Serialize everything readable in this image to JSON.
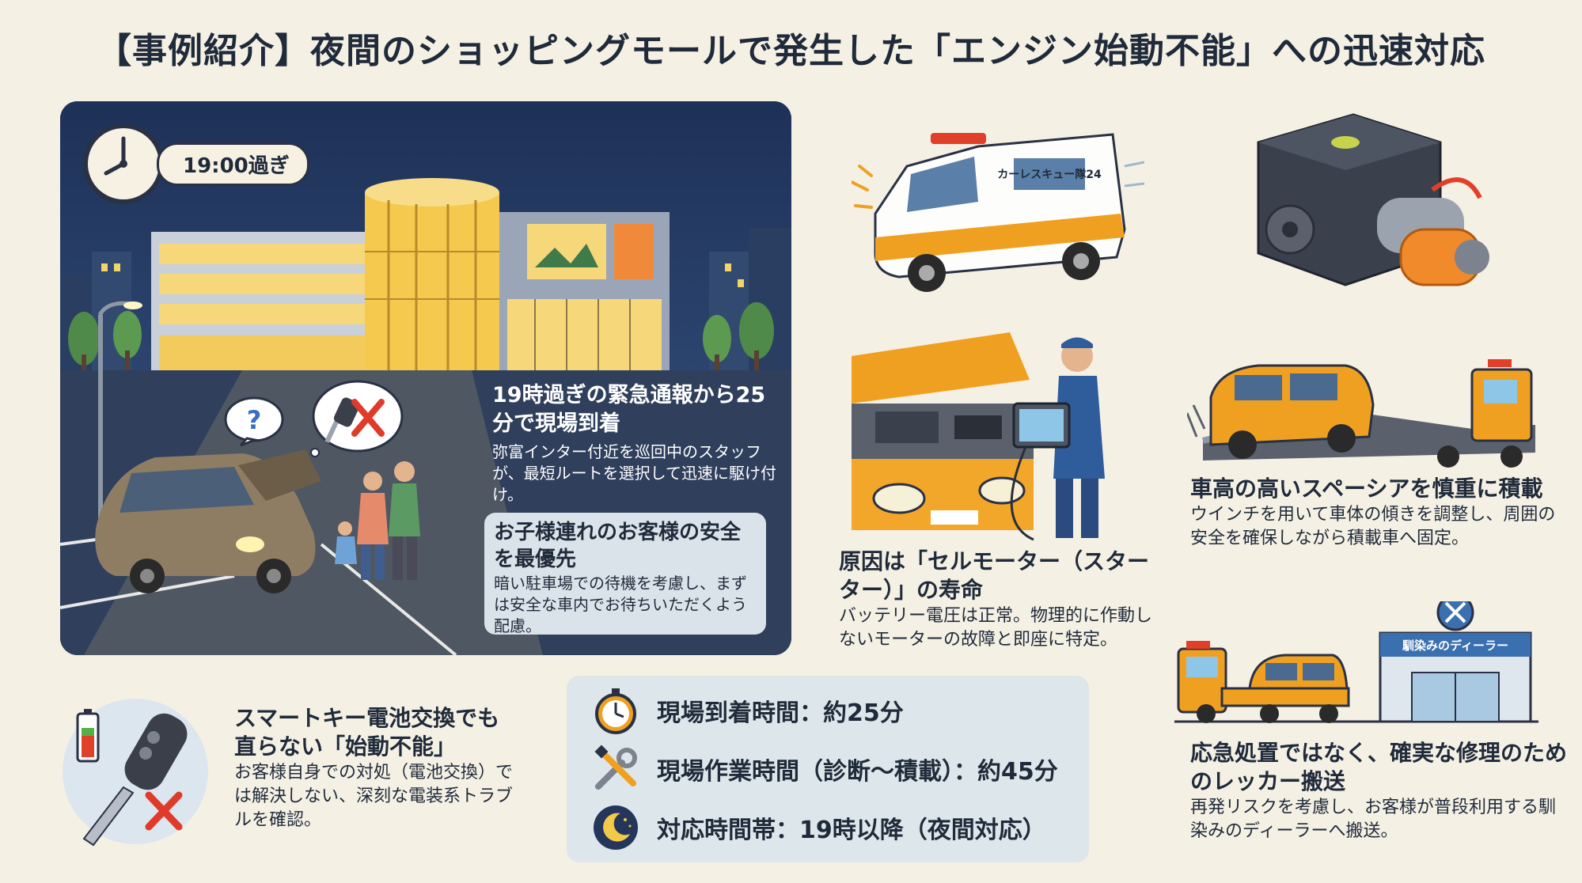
{
  "title": "【事例紹介】夜間のショッピングモールで発生した「エンジン始動不能」への迅速対応",
  "scene": {
    "time_label": "19:00過ぎ",
    "arrival_heading": "19時過ぎの緊急通報から25分で現場到着",
    "arrival_text": "弥富インター付近を巡回中のスタッフが、最短ルートを選択して迅速に駆け付け。",
    "safety_heading": "お子様連れのお客様の安全を最優先",
    "safety_text": "暗い駐車場での待機を考慮し、まずは安全な車内でお待ちいただくよう配慮。",
    "question_mark": "?"
  },
  "van": {
    "logo_text": "カーレスキュー隊24"
  },
  "cause": {
    "heading": "原因は「セルモーター（スターター）」の寿命",
    "text": "バッテリー電圧は正常。物理的に作動しないモーターの故障と即座に特定。"
  },
  "carry": {
    "heading": "車高の高いスペーシアを慎重に積載",
    "text": "ウインチを用いて車体の傾きを調整し、周囲の安全を確保しながら積載車へ固定。"
  },
  "tow": {
    "dealer_sign": "馴染みのディーラー",
    "heading": "応急処置ではなく、確実な修理のためのレッカー搬送",
    "text": "再発リスクを考慮し、お客様が普段利用する馴染みのディーラーへ搬送。"
  },
  "smartkey": {
    "heading": "スマートキー電池交換でも直らない「始動不能」",
    "text": "お客様自身での対処（電池交換）では解決しない、深刻な電装系トラブルを確認。"
  },
  "stats": [
    {
      "icon": "stopwatch-icon",
      "label": "現場到着時間：約25分"
    },
    {
      "icon": "tools-icon",
      "label": "現場作業時間（診断〜積載）：約45分"
    },
    {
      "icon": "moon-icon",
      "label": "対応時間帯：19時以降（夜間対応）"
    }
  ],
  "colors": {
    "accent_orange": "#f0a020",
    "night_blue": "#24365a",
    "background": "#f5f0e4",
    "red_x": "#e03a2a"
  }
}
